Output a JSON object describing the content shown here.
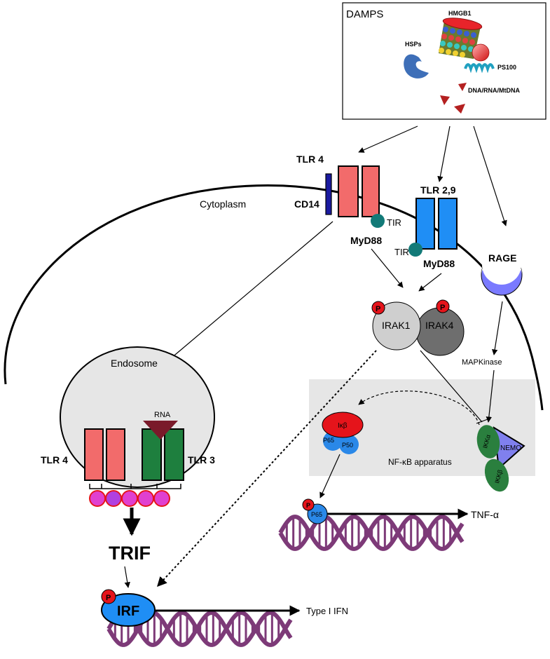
{
  "damps": {
    "title": "DAMPS",
    "hmgb1": "HMGB1",
    "hsps": "HSPs",
    "ps100": "PS100",
    "dna": "DNA/RNA/MtDNA"
  },
  "membrane": {
    "cytoplasm": "Cytoplasm",
    "tlr4_surface": "TLR 4",
    "cd14": "CD14",
    "tir_1": "TIR",
    "myd88_1": "MyD88",
    "tlr29": "TLR 2,9",
    "tir_2": "TIR",
    "myd88_2": "MyD88",
    "rage": "RAGE"
  },
  "kinases": {
    "p_label": "P",
    "irak1": "IRAK1",
    "irak4": "IRAK4",
    "mapkinase": "MAPKinase"
  },
  "endosome": {
    "title": "Endosome",
    "rna": "RNA",
    "tlr4": "TLR 4",
    "tlr3": "TLR 3",
    "trif": "TRIF"
  },
  "nfkb": {
    "ikb": "Iκβ",
    "p65": "P65",
    "p50": "P50",
    "apparatus": "NF-κB apparatus",
    "ikka": "IKKα",
    "ikkb": "IKKβ",
    "nemo": "NEMO",
    "p65_dna": "P65",
    "tnf": "TNF-α"
  },
  "irf": {
    "label": "IRF",
    "p": "P",
    "type1": "Type I IFN"
  },
  "colors": {
    "tlr4": "#f26b6b",
    "tlr29": "#1f8ef5",
    "tlr3": "#1e7f3e",
    "cd14": "#1a1aa0",
    "tir": "#127a78",
    "rage": "#7a7aff",
    "irak1": "#cfcfcf",
    "irak4": "#6e6e6e",
    "phospho": "#e5141b",
    "ikb": "#e5141b",
    "p65p50": "#2a88e8",
    "ikk": "#2a7f3e",
    "nemo": "#8080ee",
    "dna": "#7d3a78",
    "nfkb_box": "#e6e6e6"
  }
}
